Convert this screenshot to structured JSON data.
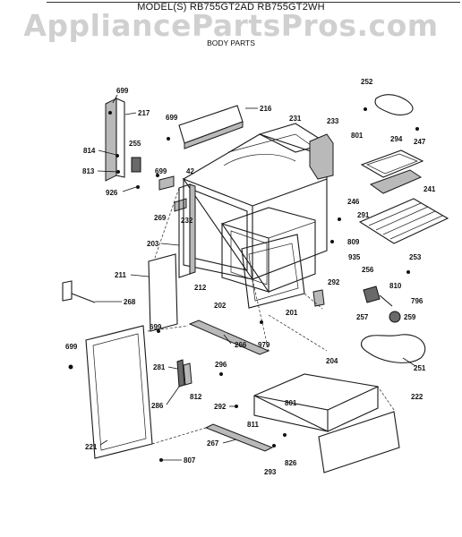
{
  "header": {
    "models": "MODEL(S) RB755GT2AD  RB755GT2WH",
    "subtitle": "BODY PARTS"
  },
  "watermark": "AppliancePartsPros.com",
  "parts": {
    "p699a": "699",
    "p217": "217",
    "p699b": "699",
    "p216": "216",
    "p231": "231",
    "p233": "233",
    "p252": "252",
    "p801a": "801",
    "p294": "294",
    "p247": "247",
    "p814": "814",
    "p255": "255",
    "p813": "813",
    "p699c": "699",
    "p42": "42",
    "p926": "926",
    "p246": "246",
    "p241": "241",
    "p269": "269",
    "p232": "232",
    "p291": "291",
    "p203": "203",
    "p809": "809",
    "p935": "935",
    "p253": "253",
    "p211": "211",
    "p256": "256",
    "p292": "292",
    "p810": "810",
    "p212": "212",
    "p796": "796",
    "p268": "268",
    "p202": "202",
    "p201": "201",
    "p257": "257",
    "p259": "259",
    "p699d": "699",
    "p266": "266",
    "p979": "979",
    "p699e": "699",
    "p251": "251",
    "p204": "204",
    "p281": "281",
    "p296": "296",
    "p812": "812",
    "p222": "222",
    "p286": "286",
    "p801b": "801",
    "p292b": "292",
    "p811": "811",
    "p267": "267",
    "p221": "221",
    "p807": "807",
    "p826": "826",
    "p293": "293"
  }
}
